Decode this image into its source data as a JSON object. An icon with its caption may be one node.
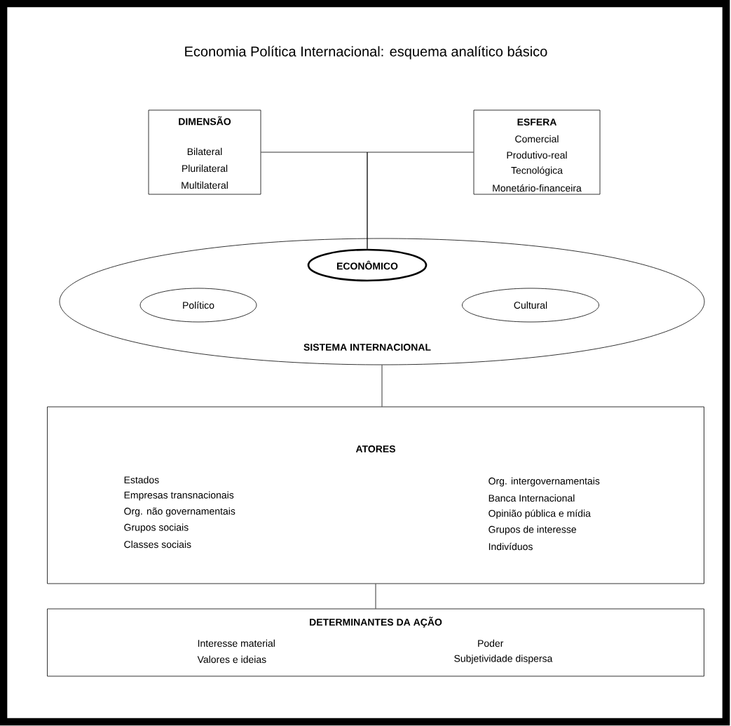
{
  "diagram": {
    "title": "Economia Política Internacional: esquema analítico básico",
    "nodes": [
      {
        "text": [
          "DIMENSÃO",
          "Bilateral",
          "Plurilateral",
          "Multilateral"
        ]
      },
      {
        "text": [
          "ESFERA",
          "Comercial",
          "Produtivo-real",
          "Tecnológica",
          "Monetário-financeira"
        ]
      },
      {
        "text": [
          "SISTEMA INTERNACIONAL"
        ]
      },
      {
        "text": [
          "ECONÔMICO"
        ],
        "in": 2
      },
      {
        "text": [
          "Político"
        ],
        "in": 2
      },
      {
        "text": [
          "Cultural"
        ],
        "in": 2
      },
      {
        "text": [
          "ATORES",
          "Estados",
          "Empresas transnacionais",
          "Org. não governamentais",
          "Grupos sociais",
          "Classes sociais",
          "Org. intergovernamentais",
          "Banca Internacional",
          "Opinião pública e mídia",
          "Grupos de interesse",
          "Indivíduos"
        ]
      },
      {
        "text": [
          "DETERMINANTES DA AÇÃO",
          "Interesse material",
          "Poder",
          "Valores e ideias",
          "Subjetividade dispersa"
        ]
      }
    ],
    "edges": [
      {
        "from": 0,
        "to": 3,
        "arrow": "none"
      },
      {
        "from": 1,
        "to": 3,
        "arrow": "none"
      },
      {
        "from": 2,
        "to": 6,
        "arrow": "none"
      },
      {
        "from": 6,
        "to": 7,
        "arrow": "none"
      }
    ]
  }
}
